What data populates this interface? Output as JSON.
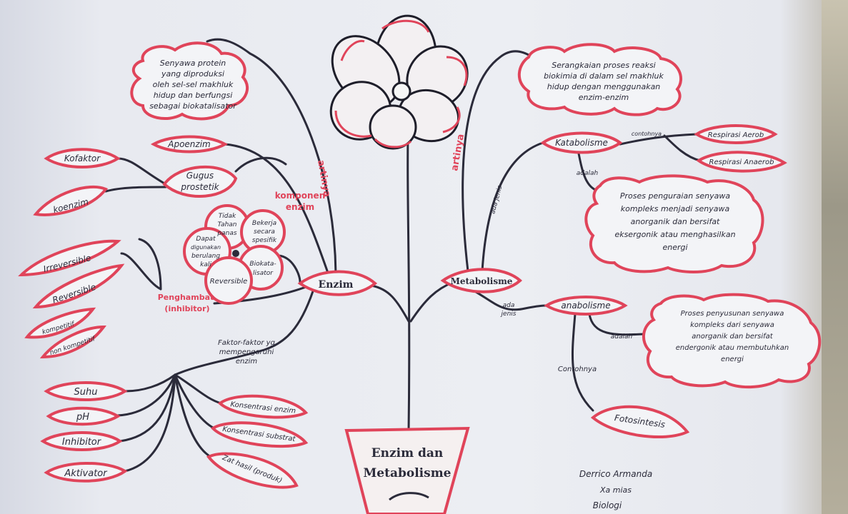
{
  "center": {
    "title_line1": "Enzim dan",
    "title_line2": "Metabolisme"
  },
  "author": {
    "name": "Derrico Armanda",
    "class": "Xa mias",
    "subject": "Biologi"
  },
  "enzim": {
    "label": "Enzim",
    "link_artinya": "artinya",
    "definition": [
      "Senyawa protein",
      "yang diproduksi",
      "oleh sel-sel makhluk",
      "hidup dan berfungsi",
      "sebagai biokatalisator"
    ],
    "link_komponen": [
      "komponen",
      "enzim"
    ],
    "apoenzim": "Apoenzim",
    "gugus": [
      "Gugus",
      "prostetik"
    ],
    "kofaktor": "Kofaktor",
    "koenzim": "koenzim",
    "sifat": {
      "tidak": [
        "Tidak",
        "Tahan",
        "panas"
      ],
      "bekerja": [
        "Bekerja",
        "secara",
        "spesifik"
      ],
      "dapat": [
        "Dapat",
        "digunakan",
        "berulang",
        "kali"
      ],
      "biokatalisator": [
        "Biokata-",
        "lisator"
      ],
      "reversible": "Reversible"
    },
    "penghambat": [
      "Penghambat",
      "(inhibitor)"
    ],
    "irreversible": "Irreversible",
    "reversible": "Reversible",
    "kompetitif": "kompetitif",
    "nonkompetitif": "non kompetitif",
    "faktor": [
      "Faktor-faktor yg",
      "mempengaruhi",
      "enzim"
    ],
    "faktor_items": [
      "Suhu",
      "pH",
      "Inhibitor",
      "Aktivator"
    ],
    "faktor_items_right": [
      "Konsentrasi enzim",
      "Konsentrasi substrat",
      "Zat hasil (produk)"
    ]
  },
  "metabolisme": {
    "label": "Metabolisme",
    "link_artinya": "artinya",
    "definition": [
      "Serangkaian proses reaksi",
      "biokimia di dalam sel makhluk",
      "hidup dengan menggunakan",
      "enzim-enzim"
    ],
    "ada_jenis_top": "ada jenis",
    "ada_jenis_bottom": [
      "ada",
      "jenis"
    ],
    "katabolisme": "Katabolisme",
    "contohnya_kat": "contohnya",
    "respirasi_aerob": "Respirasi Aerob",
    "respirasi_anaerob": "Respirasi Anaerob",
    "adalah_kat": "adalah",
    "kat_def": [
      "Proses penguraian senyawa",
      "kompleks menjadi senyawa",
      "anorganik dan bersifat",
      "eksergonik atau menghasilkan",
      "energi"
    ],
    "anabolisme": "anabolisme",
    "adalah_ana": "adalah",
    "ana_def": [
      "Proses penyusunan senyawa",
      "kompleks dari senyawa",
      "anorganik dan bersifat",
      "endergonik atau membutuhkan",
      "energi"
    ],
    "contohnya_ana": "Contohnya",
    "fotosintesis": "Fotosintesis"
  },
  "colors": {
    "ink": "#2b2b3a",
    "red": "#e0445a",
    "paper": "#eceef3"
  },
  "icons": [
    "flower-icon",
    "pot-icon"
  ]
}
